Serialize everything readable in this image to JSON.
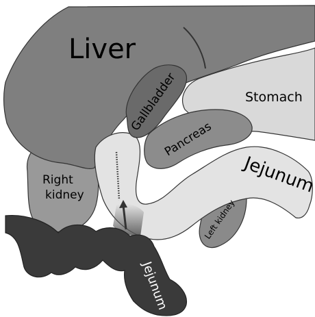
{
  "labels": {
    "liver": "Liver",
    "gallbladder": "Gallbladder",
    "stomach": "Stomach",
    "pancreas": "Pancreas",
    "right_kidney_line1": "Right",
    "right_kidney_line2": "kidney",
    "jejunum_right": "Jejunum",
    "left_kidney": "Left kidney",
    "jejunum_bottom": "Jejunum"
  },
  "colors": {
    "liver": "#7f7f7f",
    "gallbladder": "#6a6a6a",
    "stomach": "#d9d9d9",
    "pancreas": "#8c8c8c",
    "kidney": "#999999",
    "bowel_light": "#e3e3e3",
    "jejunum_dark": "#3a3a3a",
    "outline": "#222222"
  },
  "icons": {
    "arrow": "upward-arrow-icon",
    "dotted_line": "dotted-line"
  }
}
